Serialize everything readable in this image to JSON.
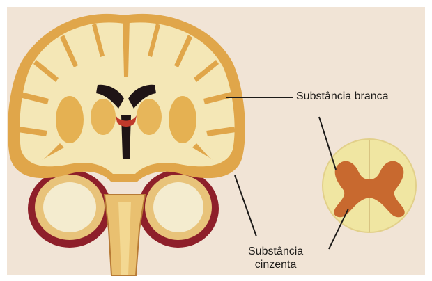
{
  "labels": {
    "white_matter": "Substância branca",
    "gray_matter_line1": "Substância",
    "gray_matter_line2": "cinzenta"
  },
  "colors": {
    "background": "#f1e4d6",
    "white_matter": "#f4e7b6",
    "gray_matter": "#e0a64a",
    "cerebellum_edge": "#8e1f2a",
    "spinal_gray": "#c8692f",
    "spinal_white": "#f0e6a2",
    "ventricle": "#1f1416"
  }
}
